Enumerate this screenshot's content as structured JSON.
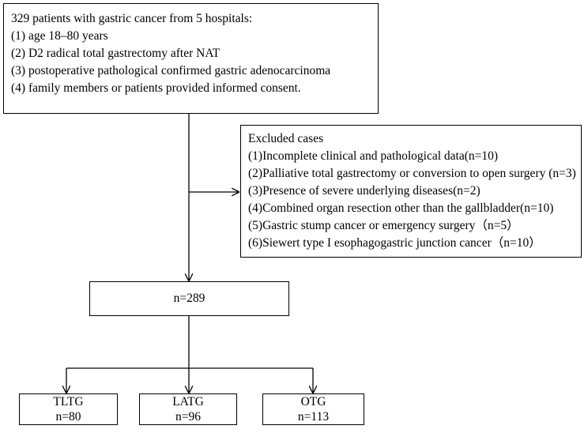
{
  "top_box": {
    "title": "329 patients with gastric cancer from 5 hospitals:",
    "items": [
      "(1) age 18–80 years",
      "(2) D2 radical total gastrectomy after NAT",
      "(3) postoperative pathological confirmed gastric adenocarcinoma",
      "(4) family members or patients provided informed consent."
    ]
  },
  "excluded": {
    "title": "Excluded cases",
    "items": [
      "(1)Incomplete clinical and pathological data(n=10)",
      "(2)Palliative total gastrectomy or conversion to open surgery (n=3)",
      "(3)Presence of severe underlying diseases(n=2)",
      "(4)Combined organ resection other than the gallbladder(n=10)",
      "(5)Gastric stump cancer or emergency surgery（n=5）",
      "(6)Siewert type I esophagogastric junction cancer（n=10）"
    ]
  },
  "middle": {
    "label": "n=289"
  },
  "groups": [
    {
      "name": "TLTG",
      "n": "n=80"
    },
    {
      "name": "LATG",
      "n": "n=96"
    },
    {
      "name": "OTG",
      "n": "n=113"
    }
  ]
}
